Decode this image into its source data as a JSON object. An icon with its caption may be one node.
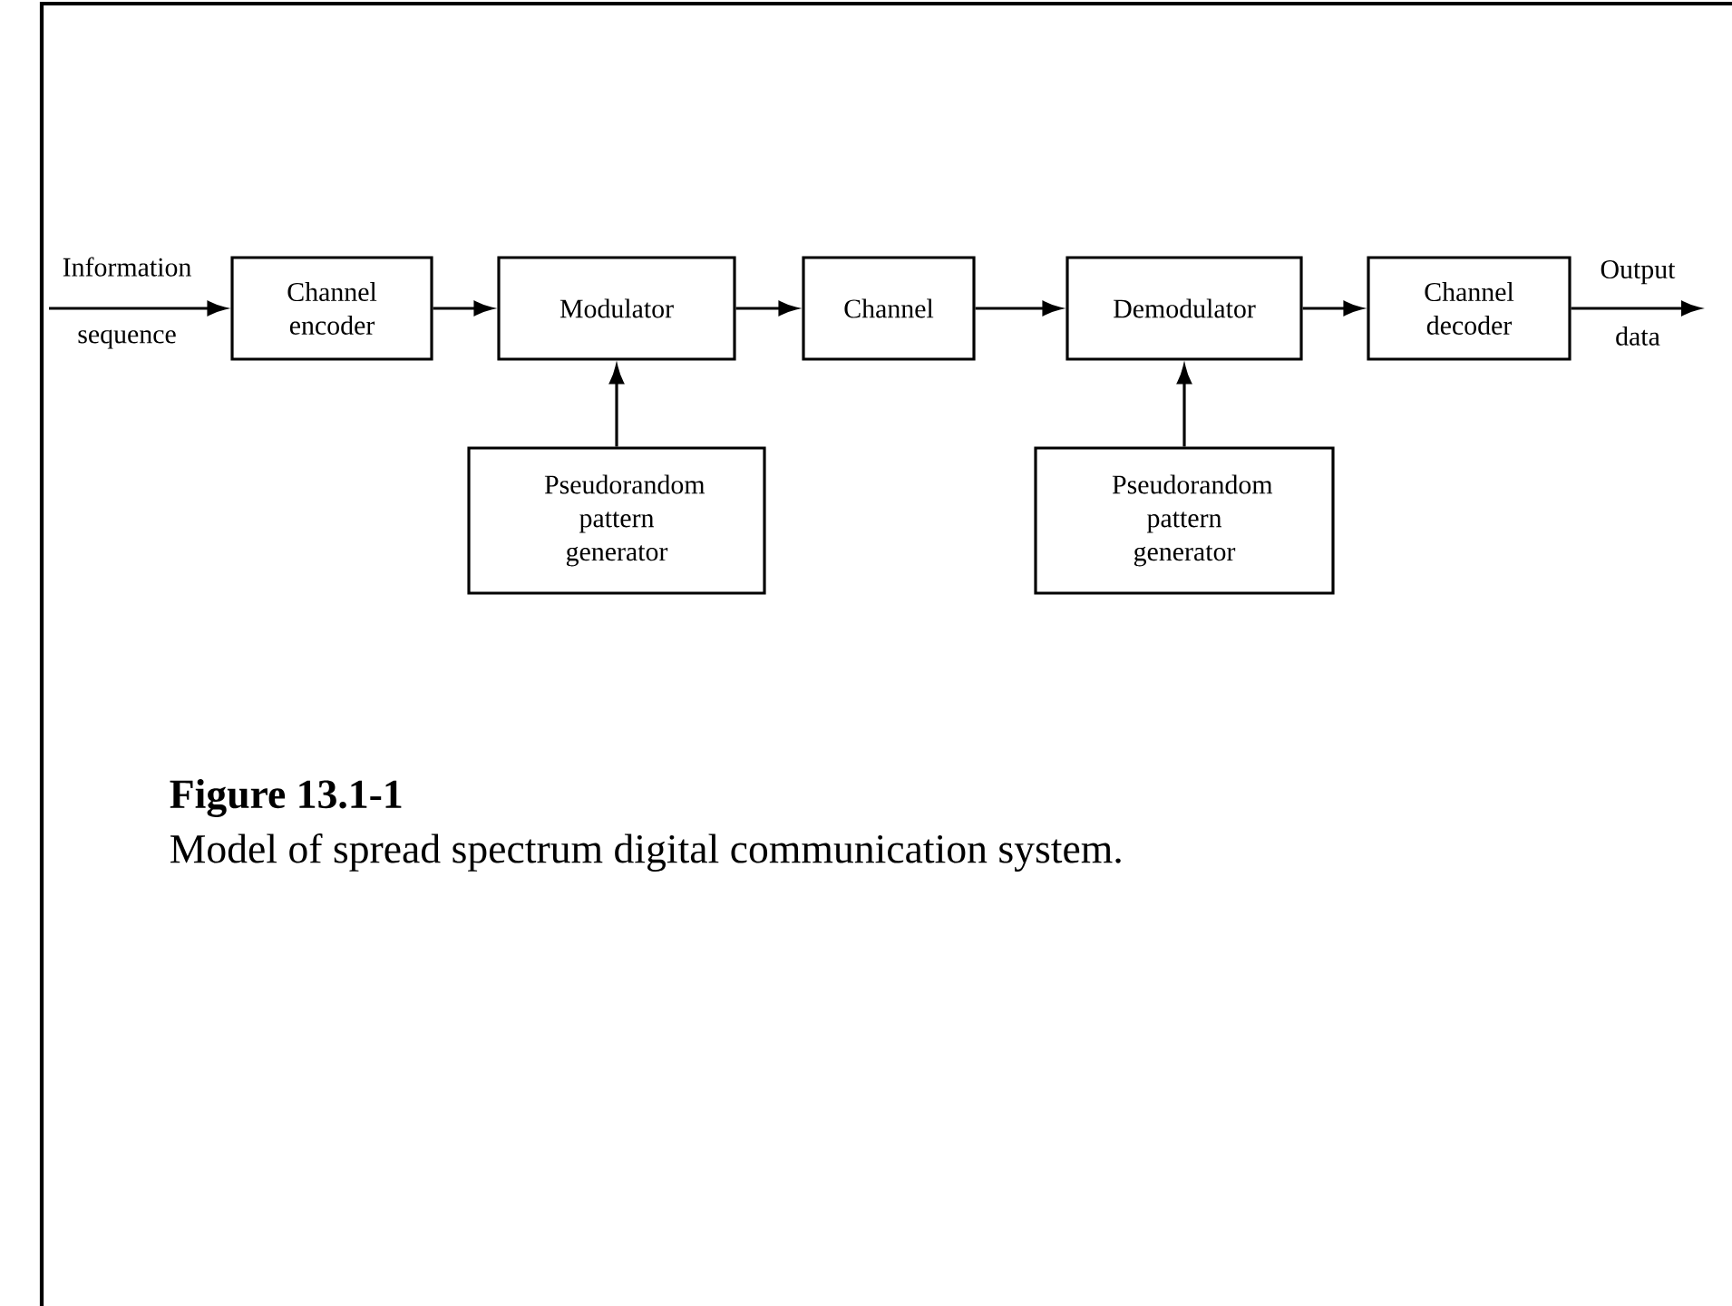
{
  "diagram": {
    "title": "Figure 13.1-1",
    "caption": "Model of spread spectrum digital communication system.",
    "nodes": [
      {
        "text": [
          "Channel encoder"
        ]
      },
      {
        "text": [
          "Modulator"
        ]
      },
      {
        "text": [
          "Channel"
        ]
      },
      {
        "text": [
          "Demodulator"
        ]
      },
      {
        "text": [
          "Channel decoder"
        ]
      },
      {
        "text": [
          "Pseudorandom pattern generator"
        ]
      },
      {
        "text": [
          "Pseudorandom pattern generator"
        ]
      }
    ],
    "edges": [
      {
        "from": null,
        "to": 0,
        "arrow": "to",
        "label": "Information sequence"
      },
      {
        "from": 0,
        "to": 1,
        "arrow": "to"
      },
      {
        "from": 1,
        "to": 2,
        "arrow": "to"
      },
      {
        "from": 2,
        "to": 3,
        "arrow": "to"
      },
      {
        "from": 3,
        "to": 4,
        "arrow": "to"
      },
      {
        "from": 4,
        "to": null,
        "arrow": "to",
        "label": "Output data"
      },
      {
        "from": 5,
        "to": 1,
        "arrow": "to"
      },
      {
        "from": 6,
        "to": 3,
        "arrow": "to"
      }
    ]
  }
}
